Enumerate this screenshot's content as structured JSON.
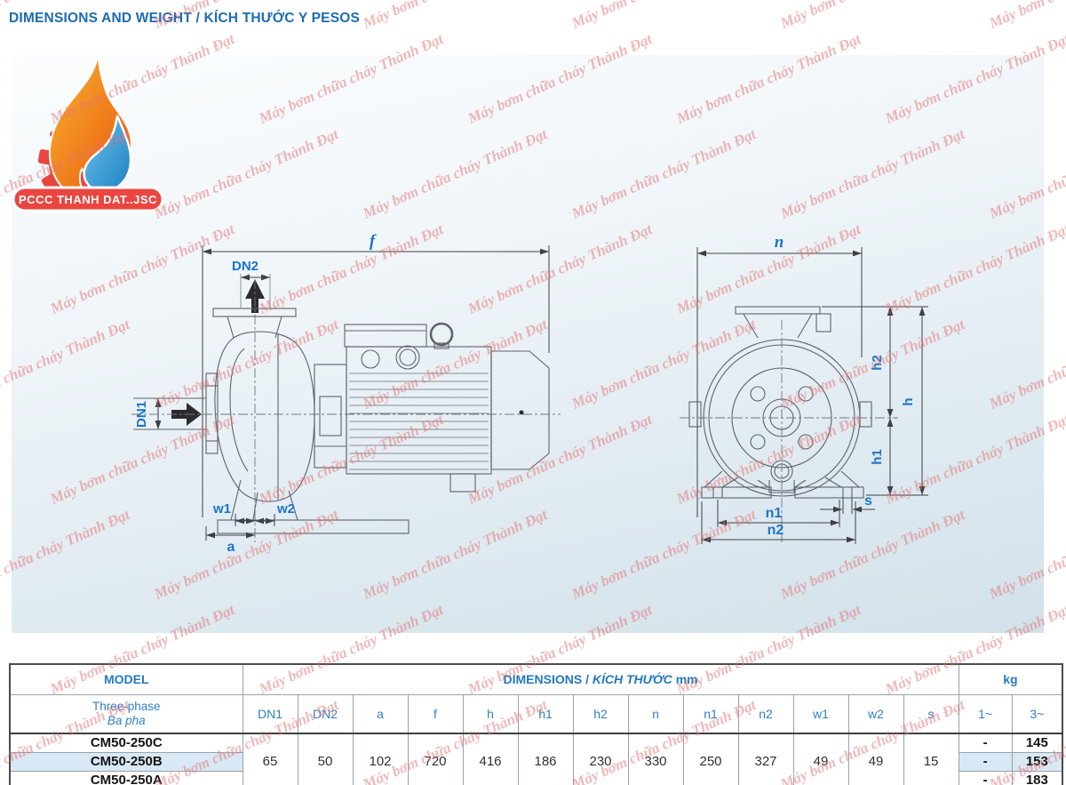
{
  "title": "DIMENSIONS AND WEIGHT / KÍCH THƯỚC Y PESOS",
  "watermark": {
    "text": "Máy bơm chữa cháy Thành Đạt"
  },
  "logo": {
    "badge": "PCCC THANH DAT..JSC"
  },
  "diagram": {
    "side_view": {
      "length": "f",
      "inlet": "DN1",
      "outlet": "DN2",
      "w1": "w1",
      "w2": "w2",
      "a": "a"
    },
    "front_view": {
      "width": "n",
      "h": "h",
      "h1": "h1",
      "h2": "h2",
      "n1": "n1",
      "n2": "n2",
      "s": "s"
    }
  },
  "table": {
    "header": {
      "model": "MODEL",
      "dimensions_en": "DIMENSIONS",
      "dimensions_sep": "/",
      "dimensions_vi": "KÍCH THƯỚC",
      "dimensions_unit": "mm",
      "kg": "kg"
    },
    "model_subheader": {
      "en": "Three-phase",
      "vi": "Ba pha"
    },
    "dim_columns": [
      "DN1",
      "DN2",
      "a",
      "f",
      "h",
      "h1",
      "h2",
      "n",
      "n1",
      "n2",
      "w1",
      "w2",
      "s"
    ],
    "kg_columns": [
      "1~",
      "3~"
    ],
    "shared_values": {
      "DN1": "65",
      "DN2": "50",
      "a": "102",
      "f": "720",
      "h": "416",
      "h1": "186",
      "h2": "230",
      "n": "330",
      "n1": "250",
      "n2": "327",
      "w1": "49",
      "w2": "49",
      "s": "15"
    },
    "rows": [
      {
        "model": "CM50-250C",
        "kg_1": "-",
        "kg_3": "145",
        "highlight": false
      },
      {
        "model": "CM50-250B",
        "kg_1": "-",
        "kg_3": "153",
        "highlight": true
      },
      {
        "model": "CM50-250A",
        "kg_1": "-",
        "kg_3": "183",
        "highlight": false
      }
    ]
  },
  "colors": {
    "title_blue": "#1b6cb5",
    "label_blue": "#1d74c8",
    "watermark_pink": "#e47272",
    "row_highlight": "#d9e8f5",
    "logo_red": "#ea4640"
  }
}
